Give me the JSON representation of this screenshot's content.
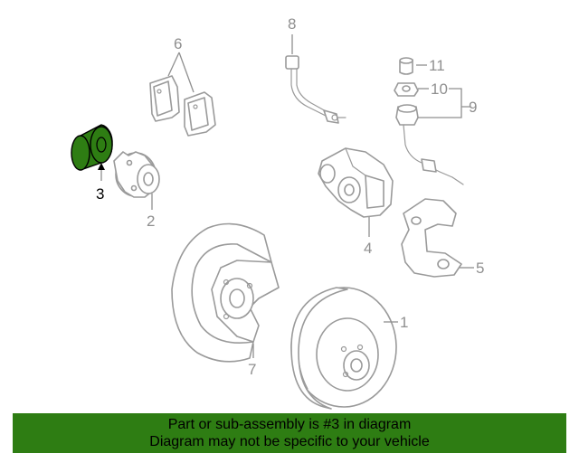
{
  "diagram": {
    "callouts": {
      "c1": "1",
      "c2": "2",
      "c3": "3",
      "c4": "4",
      "c5": "5",
      "c6": "6",
      "c7": "7",
      "c8": "8",
      "c9": "9",
      "c10": "10",
      "c11": "11"
    },
    "highlighted_part": "3",
    "highlight_color": "#2e7d13",
    "part_line_color": "#9a9a9a"
  },
  "banner": {
    "line1": "Part or sub-assembly is #3 in diagram",
    "line2": "Diagram may not be specific to your vehicle",
    "background": "#2e7d13"
  }
}
